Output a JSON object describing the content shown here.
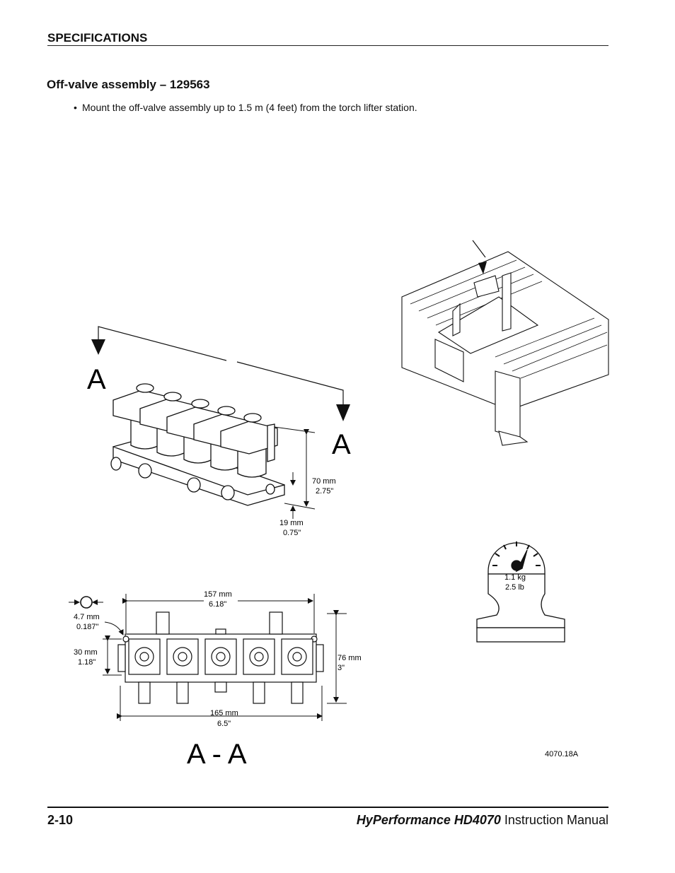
{
  "header": {
    "title": "SPECIFICATIONS"
  },
  "section": {
    "title": "Off-valve assembly – 129563",
    "bullet": "Mount the off-valve assembly up to 1.5 m (4 feet) from the torch lifter station."
  },
  "figure": {
    "section_letter_left": "A",
    "section_letter_right": "A",
    "height_mm": "70 mm",
    "height_in": "2.75\"",
    "base_mm": "19 mm",
    "base_in": "0.75\"",
    "weight_kg": "1.1 kg",
    "weight_lb": "2.5 lb",
    "width_top_mm": "157 mm",
    "width_top_in": "6.18\"",
    "hole_mm": "4.7 mm",
    "hole_in": "0.187\"",
    "hole_spacing_mm": "30 mm",
    "hole_spacing_in": "1.18\"",
    "total_height_mm": "76 mm",
    "total_height_in": "3\"",
    "total_width_mm": "165 mm",
    "total_width_in": "6.5\"",
    "section_label": "A - A",
    "figure_id": "4070.18A"
  },
  "footer": {
    "page_number": "2-10",
    "product": "HyPerformance HD4070",
    "manual_suffix": " Instruction Manual"
  }
}
